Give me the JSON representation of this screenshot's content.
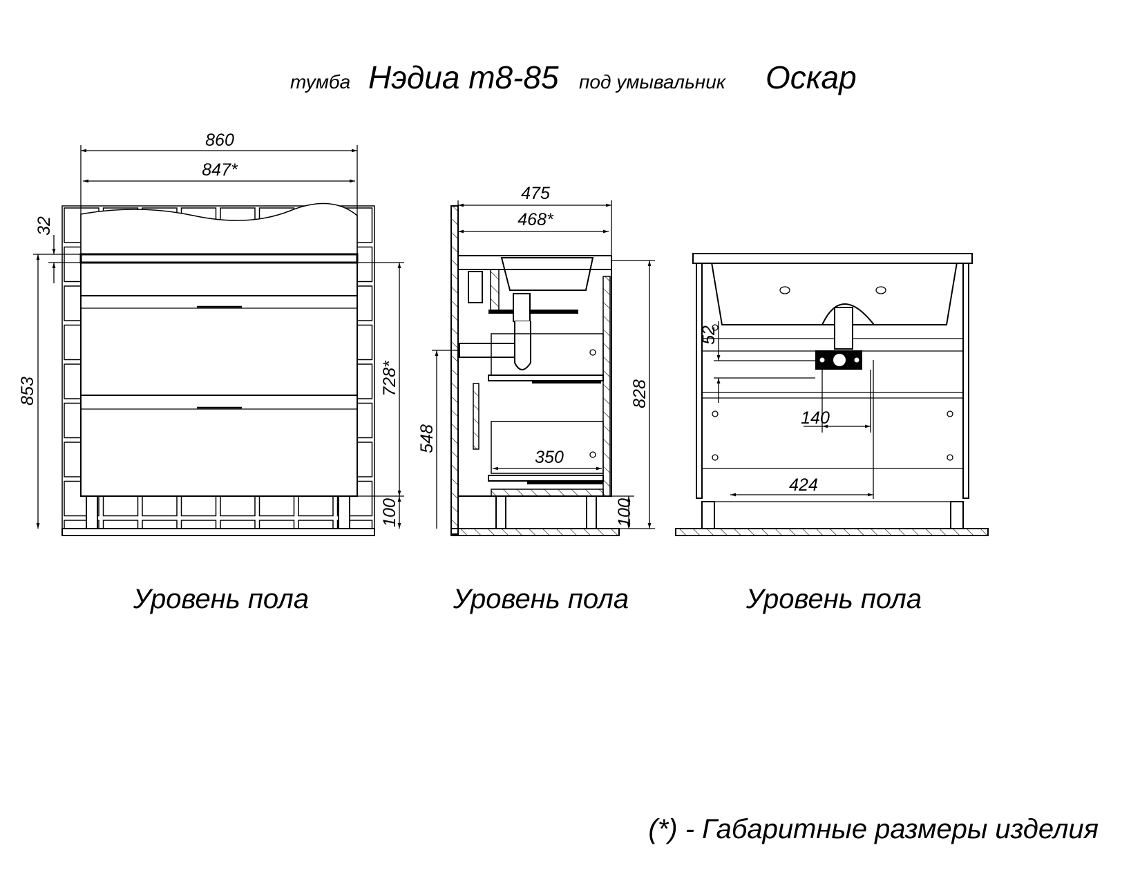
{
  "title": {
    "prefix": "тумба",
    "model": "Нэдиа т8-85",
    "middle": "под умывальник",
    "sink": "Оскар"
  },
  "front_view": {
    "width_total": "860",
    "width_body": "847*",
    "top_thickness": "32",
    "height_total": "853",
    "height_body": "728*",
    "leg_height": "100",
    "floor_label": "Уровень пола"
  },
  "side_view": {
    "depth_total": "475",
    "depth_body": "468*",
    "drain_height": "548",
    "drawer_depth": "350",
    "height_body": "828",
    "leg_height": "100",
    "floor_label": "Уровень пола"
  },
  "back_view": {
    "cutout_height": "52",
    "cutout_width": "140",
    "drain_offset": "424",
    "floor_label": "Уровень пола"
  },
  "footnote": "(*) - Габаритные размеры изделия"
}
